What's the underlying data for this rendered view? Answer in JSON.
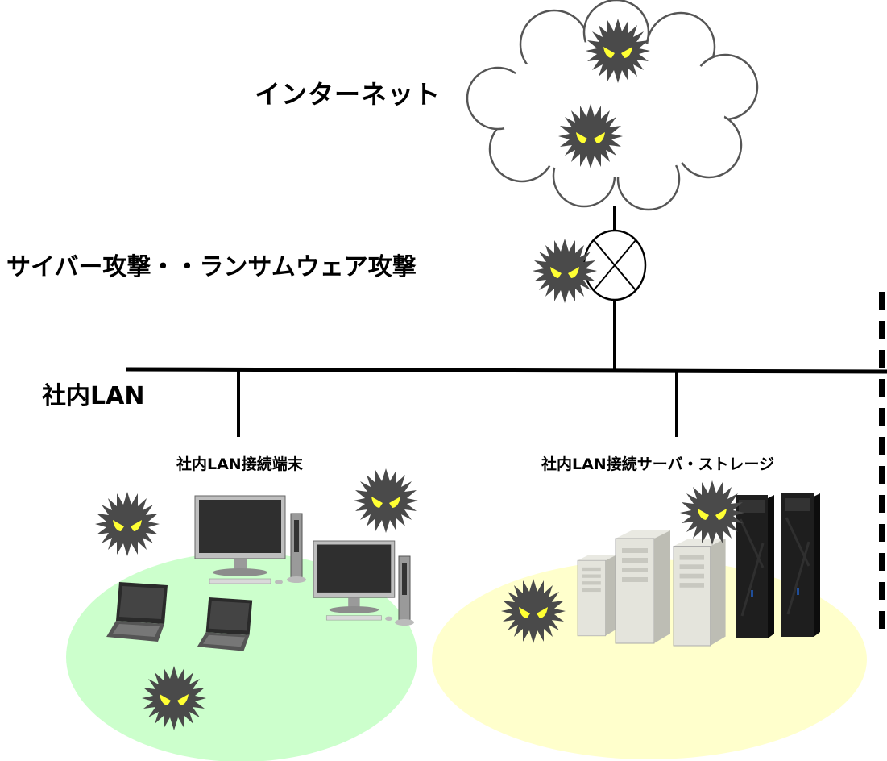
{
  "labels": {
    "internet": "インターネット",
    "attack": "サイバー攻撃・・ランサムウェア攻撃",
    "lan": "社内LAN",
    "terminals": "社内LAN接続端末",
    "servers": "社内LAN接続サーバ・ストレージ"
  },
  "icons": {
    "virus": "virus-icon",
    "router": "router-icon",
    "monitor": "desktop-monitor-icon",
    "laptop": "laptop-icon",
    "server": "server-tower-icon",
    "storage": "storage-rack-icon",
    "cloud": "cloud-icon"
  },
  "colors": {
    "terminal_zone": "#ccffcc",
    "server_zone": "#ffffcc",
    "virus_body": "#4a4a4a",
    "virus_eye": "#ffff33"
  }
}
